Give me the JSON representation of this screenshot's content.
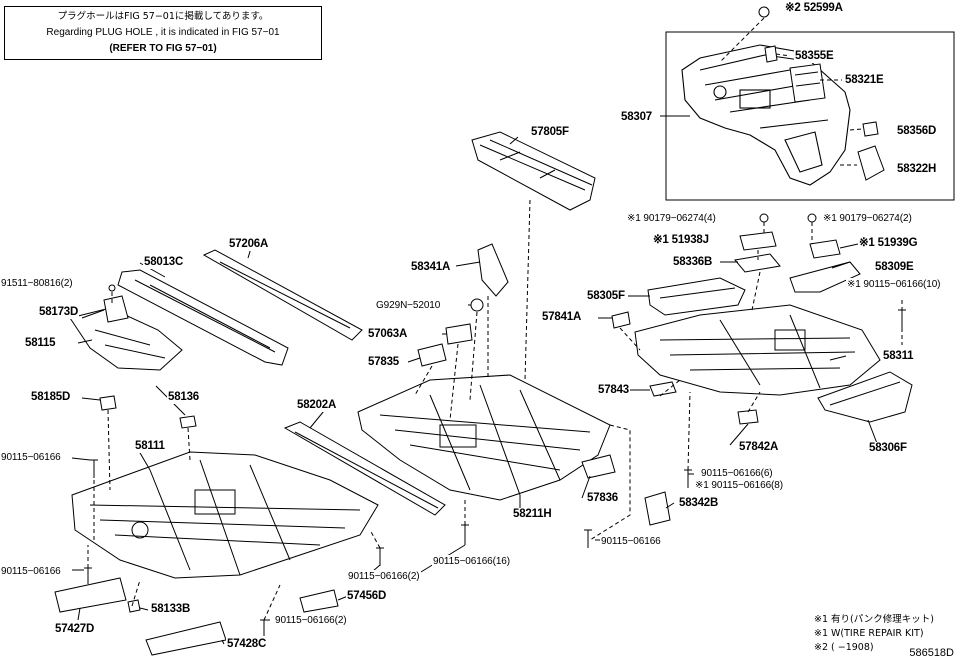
{
  "note": {
    "line_jp": "プラグホールはFIG 57−01に掲載してあります。",
    "line_en": "Regarding  PLUG  HOLE , it is indicated in FIG  57−01",
    "line_ref": "(REFER  TO  FIG  57−01)"
  },
  "parts": {
    "p52599A": "※2 52599A",
    "p58355E": "58355E",
    "p58321E": "58321E",
    "p58307": "58307",
    "p58356D": "58356D",
    "p58322H": "58322H",
    "p57805F": "57805F",
    "p90179a": "※1 90179−06274(4)",
    "p90179b": "※1 90179−06274(2)",
    "p51938J": "※1 51938J",
    "p51939G": "※1 51939G",
    "p58336B": "58336B",
    "p58309E": "58309E",
    "p90115_10": "※1 90115−06166(10)",
    "p58013C": "58013C",
    "p57206A": "57206A",
    "p58341A": "58341A",
    "p91511": "91511−80816(2)",
    "p58173D": "58173D",
    "p58115": "58115",
    "pG929N": "G929N−52010",
    "p57063A": "57063A",
    "p58305F": "58305F",
    "p57841A": "57841A",
    "p57835": "57835",
    "p58311": "58311",
    "p58185D": "58185D",
    "p58136": "58136",
    "p58202A": "58202A",
    "p57843": "57843",
    "p58306F": "58306F",
    "p90115_a": "90115−06166",
    "p58111": "58111",
    "p57842A": "57842A",
    "p90115_6": "90115−06166(6)",
    "p90115_8": "※1 90115−06166(8)",
    "p57836": "57836",
    "p58342B": "58342B",
    "p58211H": "58211H",
    "p90115_b": "90115−06166",
    "p90115_16": "90115−06166(16)",
    "p90115_c": "90115−06166",
    "p90115_2a": "90115−06166(2)",
    "p58133B": "58133B",
    "p57456D": "57456D",
    "p57427D": "57427D",
    "p90115_2b": "90115−06166(2)",
    "p57428C": "57428C"
  },
  "legend": {
    "line1": "※1 有り(パンク修理キット)",
    "line2": "※1 W(TIRE REPAIR KIT)",
    "line3": "※2 (      −1908)"
  },
  "figure_id": "586518D"
}
